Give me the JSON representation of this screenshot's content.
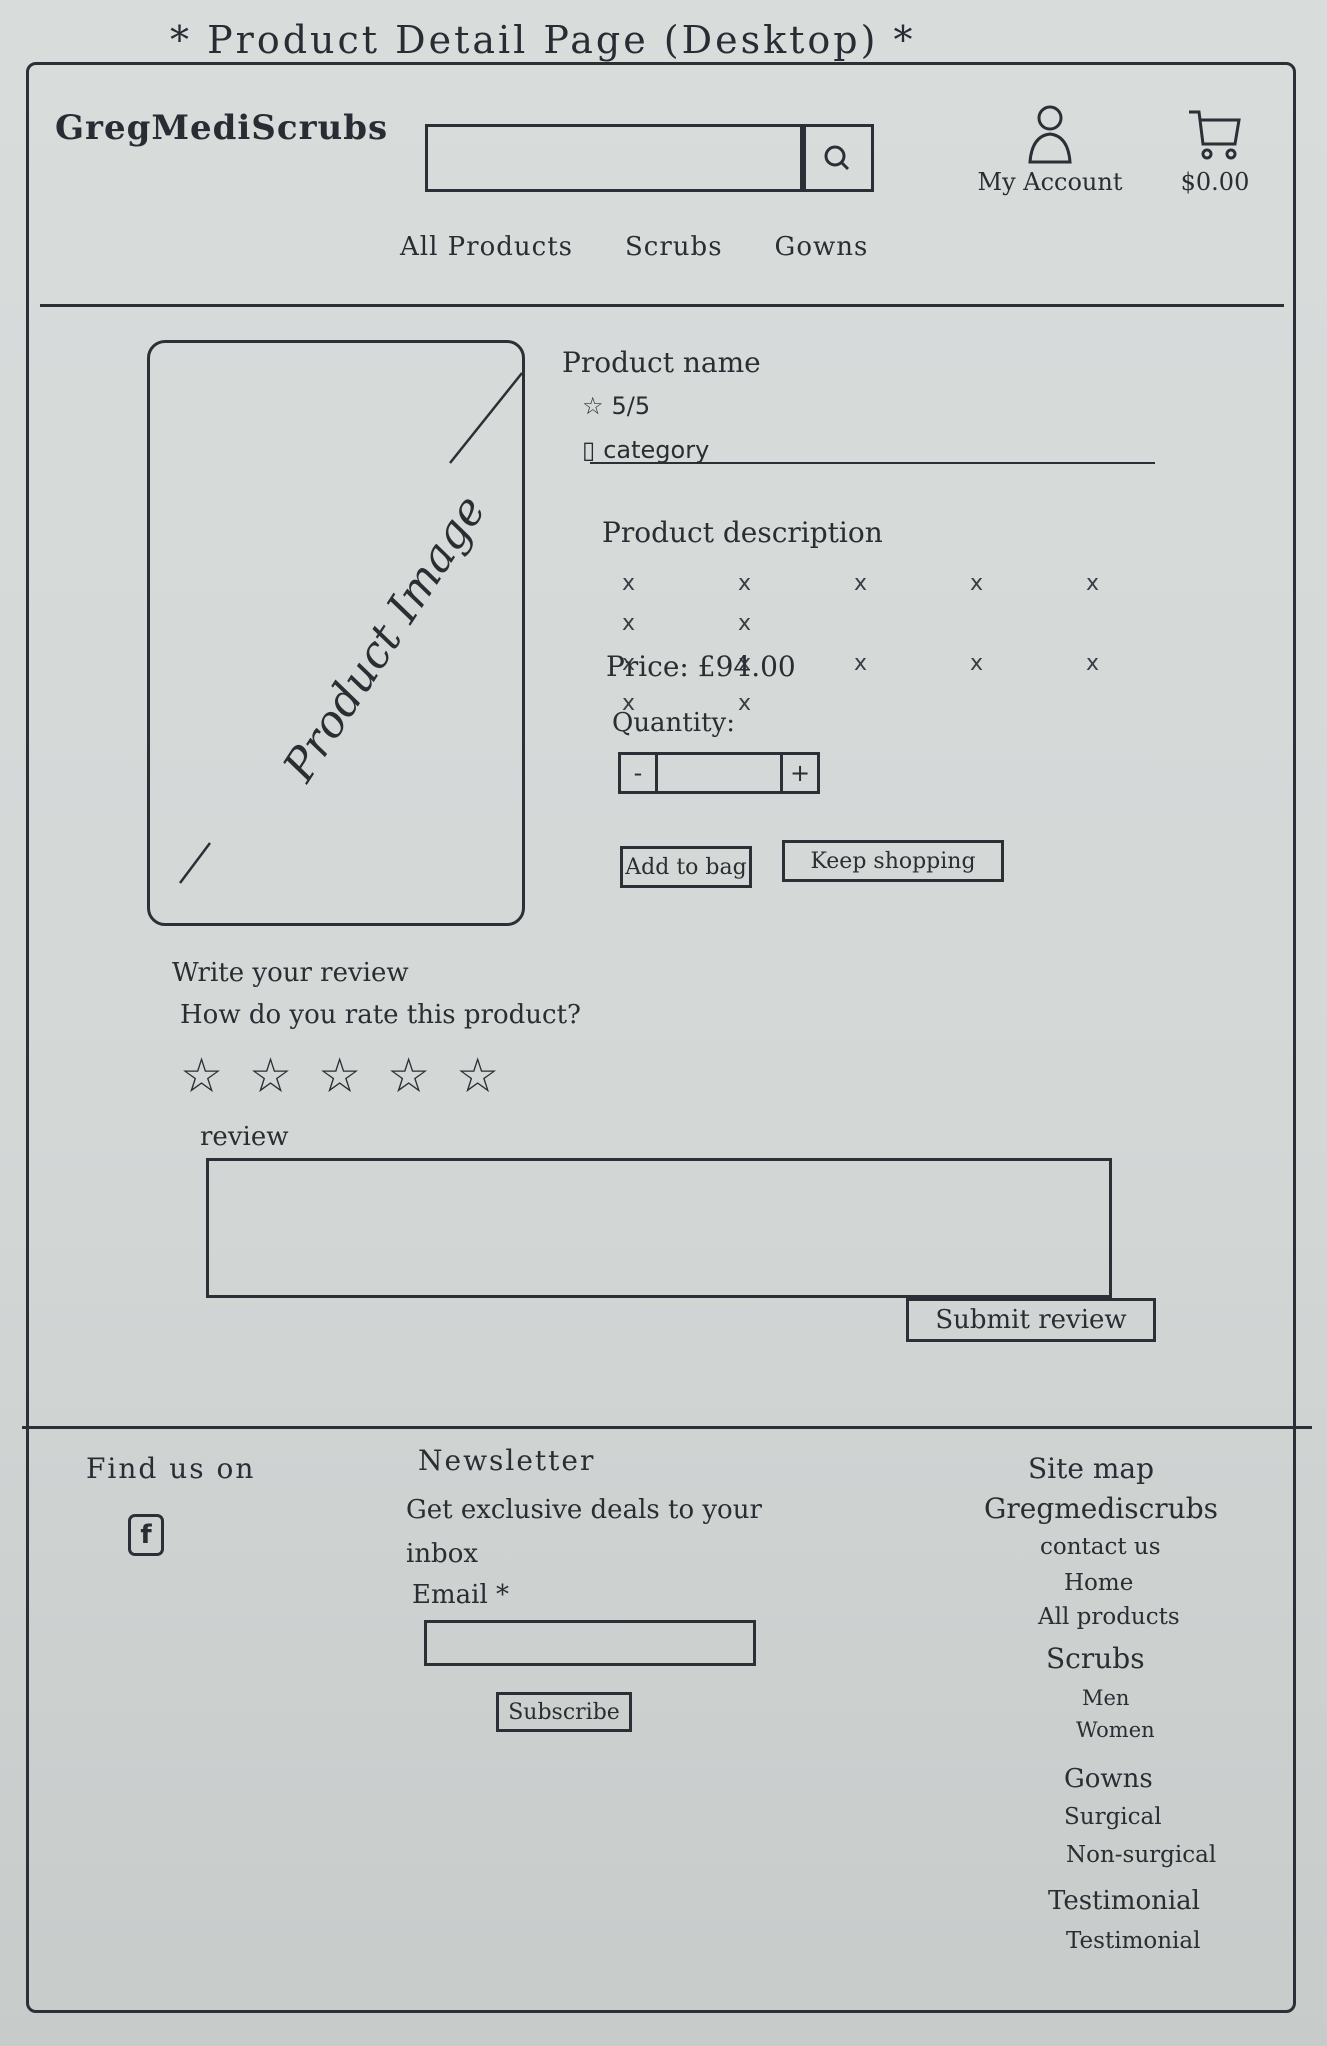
{
  "sketch_title": "* Product Detail Page (Desktop) *",
  "header": {
    "logo": "GregMediScrubs",
    "search": {
      "placeholder": ""
    },
    "account_label": "My Account",
    "cart_total": "$0.00",
    "nav": [
      "All Products",
      "Scrubs",
      "Gowns"
    ]
  },
  "product": {
    "image_placeholder": "Product Image",
    "name": "Product name",
    "rating": "5/5",
    "category": "category",
    "description_heading": "Product description",
    "description_lines": [
      "x x x x x x x",
      "x x x x x x x"
    ],
    "price": "Price: £94.00",
    "quantity_label": "Quantity:",
    "quantity_minus": "-",
    "quantity_plus": "+",
    "add_to_bag": "Add to bag",
    "keep_shopping": "Keep shopping"
  },
  "review": {
    "heading": "Write your review",
    "question": "How do you rate this product?",
    "stars_shown": 5,
    "review_label": "review",
    "submit": "Submit review"
  },
  "footer": {
    "find_us": "Find us on",
    "facebook_icon": "f",
    "newsletter_heading": "Newsletter",
    "newsletter_text": "Get exclusive deals to your inbox",
    "email_label": "Email *",
    "subscribe": "Subscribe",
    "sitemap_heading": "Site map",
    "sitemap": [
      "Gregmediscrubs",
      "contact us",
      "Home",
      "All products",
      "Scrubs",
      "Men",
      "Women",
      "Gowns",
      "Surgical",
      "Non-surgical",
      "Testimonial",
      "Testimonial"
    ]
  }
}
